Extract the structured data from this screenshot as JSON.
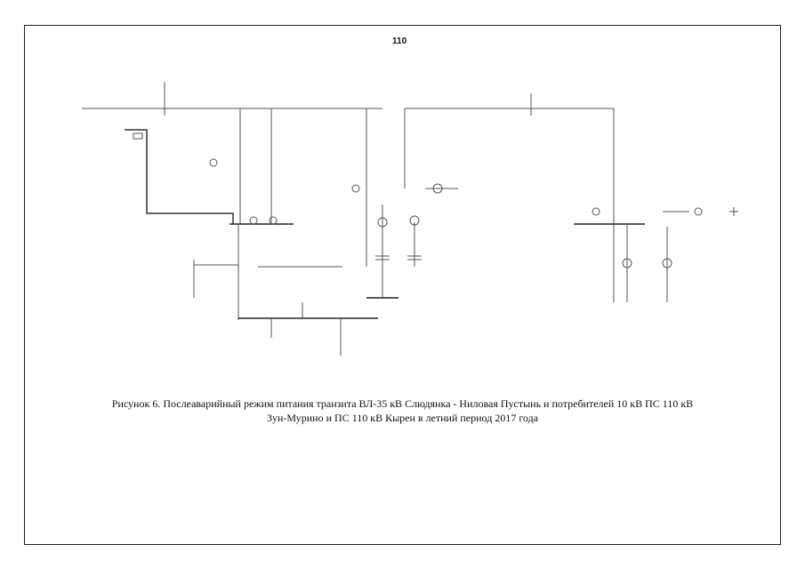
{
  "page": {
    "number": "110"
  },
  "figure": {
    "caption_line1": "Рисунок 6. Послеаварийный режим питания транзита ВЛ-35 кВ Слюдянка - Ниловая Пустынь и потребителей 10 кВ ПС 110 кВ",
    "caption_line2": "Зун-Мурино и ПС 110 кВ Кырен в летний период 2017 года"
  },
  "colors": {
    "line": "#555555",
    "text": "#111111",
    "frame": "#222222"
  }
}
